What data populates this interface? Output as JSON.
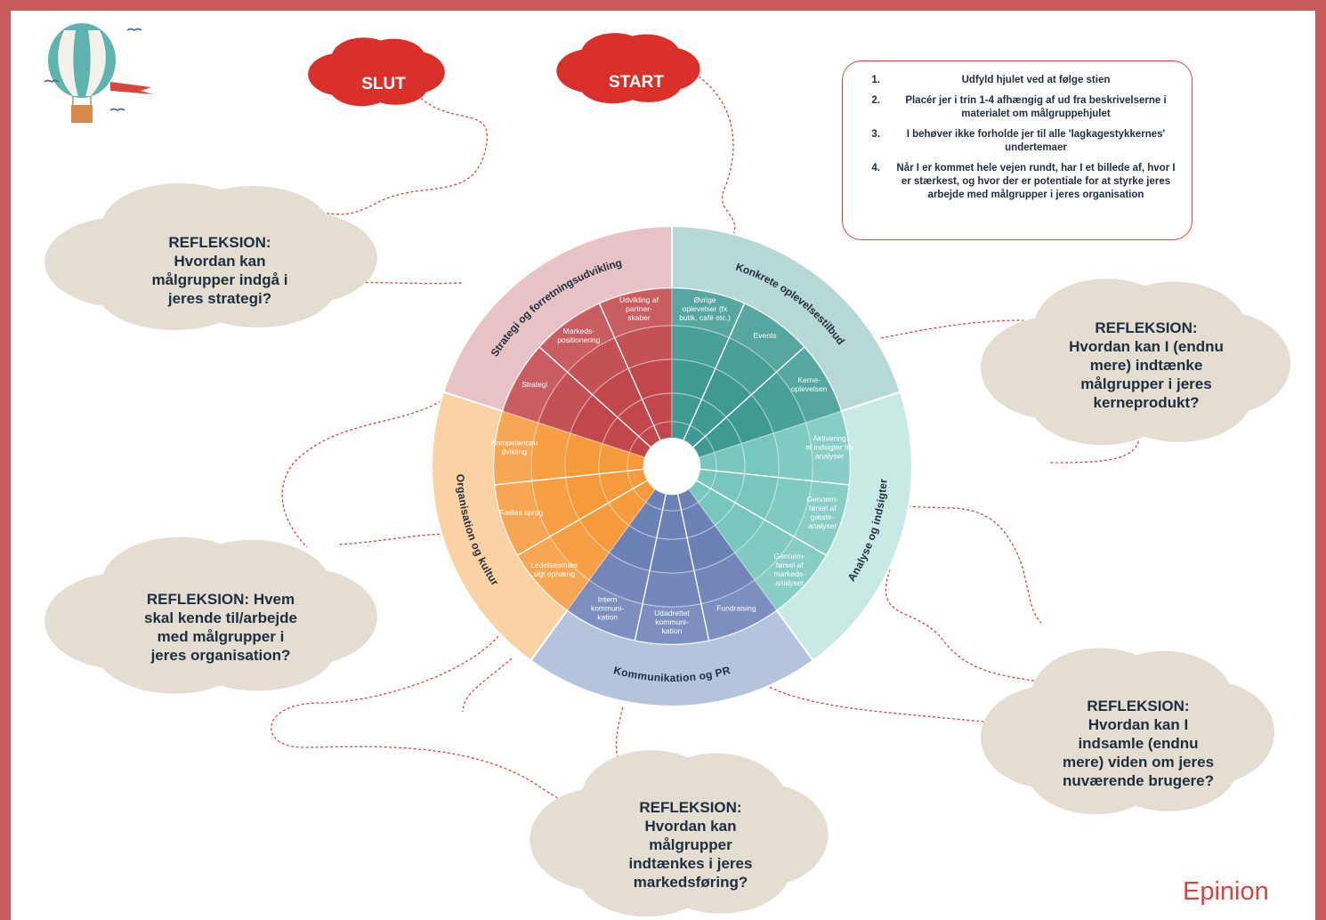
{
  "clouds": {
    "start": "START",
    "slut": "SLUT"
  },
  "instructions": [
    {
      "num": "1.",
      "text": "Udfyld hjulet ved at følge stien"
    },
    {
      "num": "2.",
      "text": "Placér jer i trin 1-4 afhængig af ud fra beskrivelserne i materialet om målgruppehjulet"
    },
    {
      "num": "3.",
      "text": "I behøver ikke forholde jer til alle 'lagkagestykkernes' undertemaer"
    },
    {
      "num": "4.",
      "text": "Når I er kommet hele vejen rundt, har I et billede af, hvor I er stærkest, og hvor der er potentiale for at styrke jeres arbejde med målgrupper i jeres organisation"
    }
  ],
  "reflections": {
    "strategi": [
      "REFLEKSION:",
      "Hvordan kan",
      "målgrupper indgå i",
      "jeres strategi?"
    ],
    "kerne": [
      "REFLEKSION:",
      "Hvordan kan I (endnu",
      "mere) indtænke",
      "målgrupper i jeres",
      "kerneprodukt?"
    ],
    "organisation": [
      "REFLEKSION: Hvem",
      "skal kende til/arbejde",
      "med målgrupper i",
      "jeres organisation?"
    ],
    "viden": [
      "REFLEKSION:",
      "Hvordan kan I",
      "indsamle (endnu",
      "mere) viden om jeres",
      "nuværende brugere?"
    ],
    "markedsforing": [
      "REFLEKSION:",
      "Hvordan kan",
      "målgrupper",
      "indtænkes i jeres",
      "markedsføring?"
    ]
  },
  "wheel": {
    "segments": [
      {
        "id": "strategi",
        "label": "Strategi og forretningsudvikling",
        "outer": "#e8c3c6",
        "inner": "#c0484c",
        "items": [
          [
            "Strategi"
          ],
          [
            "Markeds-",
            "positionering"
          ],
          [
            "Udvikling af",
            "partner-",
            "skaber"
          ]
        ]
      },
      {
        "id": "konkrete",
        "label": "Konkrete oplevelsestilbud",
        "outer": "#b7d9d6",
        "inner": "#3f9a94",
        "items": [
          [
            "Øvrige",
            "oplevelser (fx",
            "butik, café etc.)"
          ],
          [
            "Events"
          ],
          [
            "Kerne-",
            "oplevelsen"
          ]
        ]
      },
      {
        "id": "analyse",
        "label": "Analyse og indsigter",
        "outer": "#c9e9e4",
        "inner": "#78c7be",
        "items": [
          [
            "Aktivering",
            "af indsigter fra",
            "analyser"
          ],
          [
            "Gennem-",
            "førsel af",
            "gæste-",
            "analyser"
          ],
          [
            "Gennem-",
            "førsel af",
            "markeds-",
            "analyser"
          ]
        ]
      },
      {
        "id": "kommunikation",
        "label": "Kommunikation og PR",
        "outer": "#b6c3dc",
        "inner": "#6b80b5",
        "items": [
          [
            "Fundraising"
          ],
          [
            "Udadrettet",
            "kommuni-",
            "kation"
          ],
          [
            "Intern",
            "kommuni-",
            "kation"
          ]
        ]
      },
      {
        "id": "organisation",
        "label": "Organisation og kultur",
        "outer": "#fbd2a4",
        "inner": "#f69a3b",
        "items": [
          [
            "Ledelsesmæs",
            "sigt ophæng"
          ],
          [
            "Fælles sprog"
          ],
          [
            "Kompetenceu",
            "dvikling"
          ]
        ]
      }
    ]
  },
  "brand": "Epinion",
  "colors": {
    "accent": "#d9443c",
    "frame": "#c85a5c",
    "cloud": "#e4ddd2"
  }
}
